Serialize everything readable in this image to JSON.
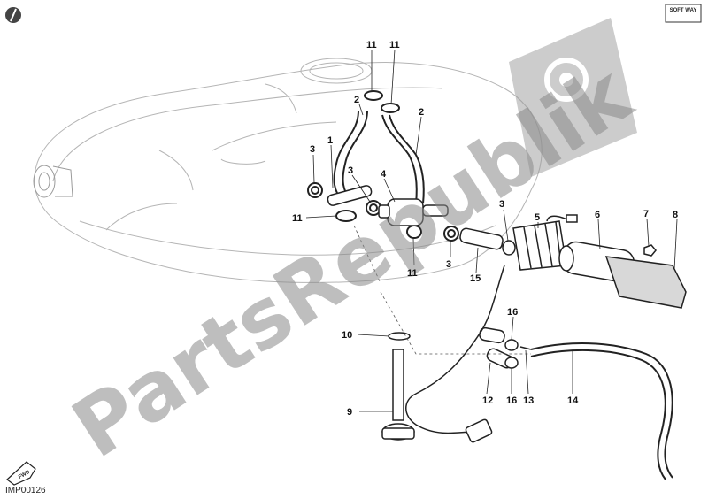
{
  "diagram": {
    "drawing_code": "IMP00126",
    "brand_badge": "SOFT WAY",
    "fwd_tag": "FWD",
    "watermark": "PartsRepublik",
    "callouts": [
      {
        "id": "c11a",
        "label": "11"
      },
      {
        "id": "c11b",
        "label": "11"
      },
      {
        "id": "c2a",
        "label": "2"
      },
      {
        "id": "c2b",
        "label": "2"
      },
      {
        "id": "c3a",
        "label": "3"
      },
      {
        "id": "c1",
        "label": "1"
      },
      {
        "id": "c3b",
        "label": "3"
      },
      {
        "id": "c4",
        "label": "4"
      },
      {
        "id": "c11c",
        "label": "11"
      },
      {
        "id": "c11d",
        "label": "11"
      },
      {
        "id": "c3c",
        "label": "3"
      },
      {
        "id": "c3d",
        "label": "3"
      },
      {
        "id": "c5",
        "label": "5"
      },
      {
        "id": "c6",
        "label": "6"
      },
      {
        "id": "c7",
        "label": "7"
      },
      {
        "id": "c8",
        "label": "8"
      },
      {
        "id": "c15",
        "label": "15"
      },
      {
        "id": "c16a",
        "label": "16"
      },
      {
        "id": "c10",
        "label": "10"
      },
      {
        "id": "c12",
        "label": "12"
      },
      {
        "id": "c16b",
        "label": "16"
      },
      {
        "id": "c13",
        "label": "13"
      },
      {
        "id": "c14",
        "label": "14"
      },
      {
        "id": "c9",
        "label": "9"
      }
    ]
  }
}
